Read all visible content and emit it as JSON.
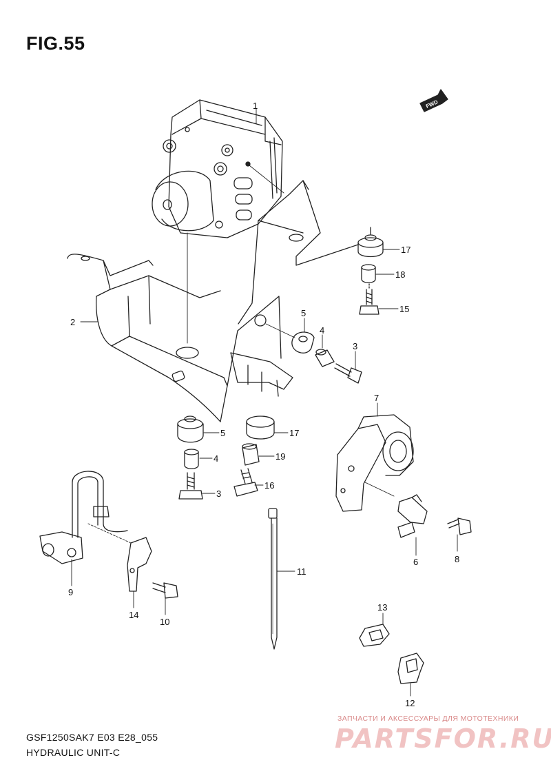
{
  "figure": {
    "title": "FIG.55",
    "code": "GSF1250SAK7 E03 E28_055",
    "name": "HYDRAULIC UNIT-C",
    "fwd_badge": "FWD"
  },
  "callouts": [
    "1",
    "2",
    "3",
    "3",
    "4",
    "4",
    "5",
    "5",
    "6",
    "7",
    "8",
    "9",
    "10",
    "11",
    "12",
    "13",
    "14",
    "15",
    "16",
    "17",
    "17",
    "18",
    "19"
  ],
  "watermark": {
    "tagline": "ЗАПЧАСТИ И АКСЕССУАРЫ ДЛЯ МОТОТЕХНИКИ",
    "logo": "PARTSFOR.RU"
  }
}
